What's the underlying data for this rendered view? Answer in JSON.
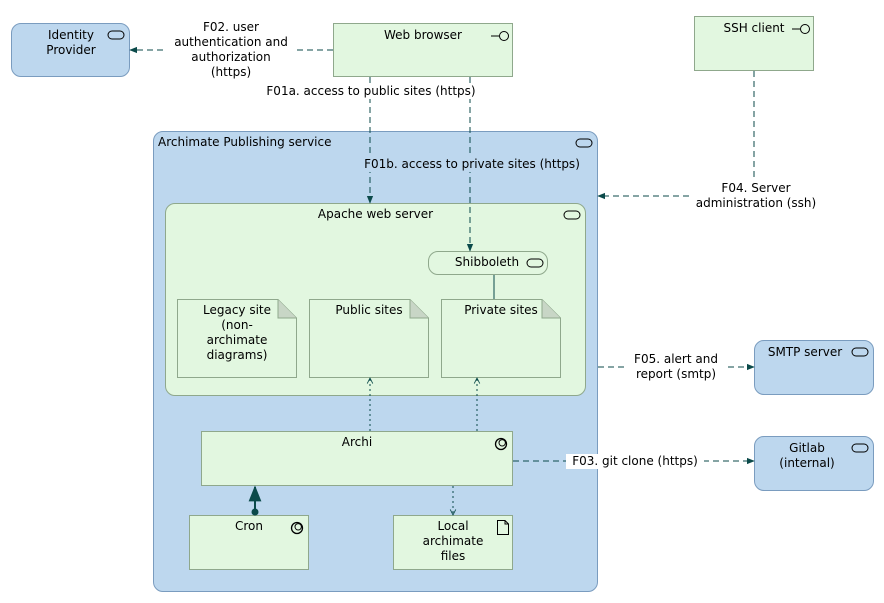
{
  "nodes": {
    "identity_provider": "Identity\nProvider",
    "web_browser": "Web browser",
    "ssh_client": "SSH client",
    "publishing_service": "Archimate Publishing service",
    "apache": "Apache web server",
    "shibboleth": "Shibboleth",
    "legacy_site": "Legacy site\n(non-\narchimate\ndiagrams)",
    "public_sites": "Public sites",
    "private_sites": "Private sites",
    "archi": "Archi",
    "cron": "Cron",
    "local_files": "Local\narchimate\nfiles",
    "smtp": "SMTP server",
    "gitlab": "Gitlab\n(internal)"
  },
  "flows": {
    "f02": "F02. user\nauthentication  and\nauthorization\n(https)",
    "f01a": "F01a. access to public sites (https)",
    "f01b": "F01b. access to private sites (https)",
    "f04": "F04. Server\nadministration (ssh)",
    "f05": "F05. alert and\nreport (smtp)",
    "f03": "F03. git clone (https)"
  },
  "colors": {
    "service_fill": "#bdd7ee",
    "application_fill": "#e2f7e0",
    "connector": "#0b4a4a"
  },
  "icons": {
    "service": "rounded-rect-icon",
    "interface": "lollipop-icon",
    "process": "gear-icon",
    "artifact": "document-icon"
  }
}
